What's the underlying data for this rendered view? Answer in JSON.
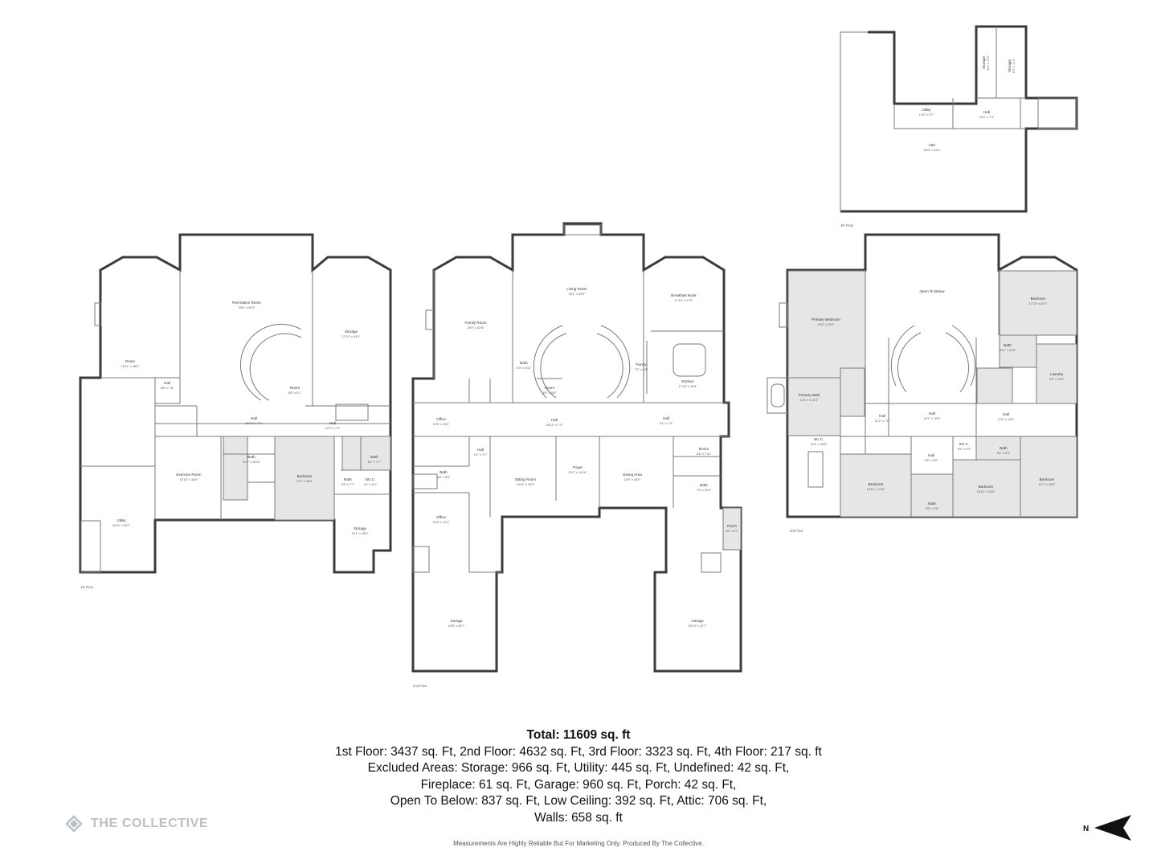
{
  "floors": {
    "first": {
      "name": "1st Floor",
      "rooms": [
        {
          "name": "Recreation Room",
          "dim": "30'6\" x 39'4\""
        },
        {
          "name": "Storage",
          "dim": "17'10\" x 34'0\""
        },
        {
          "name": "Room",
          "dim": "15'11\" x 48'6\""
        },
        {
          "name": "Hall",
          "dim": "5'8\" x 7'8\""
        },
        {
          "name": "Room",
          "dim": "8'6\" x 5'1\""
        },
        {
          "name": "Hall",
          "dim": "26'10\" x 7'2\""
        },
        {
          "name": "Hall",
          "dim": "12'9\" x 7'3\""
        },
        {
          "name": "Exercise Room",
          "dim": "15'10\" x 18'0\""
        },
        {
          "name": "Bath",
          "dim": "11'9\" x 10'11\""
        },
        {
          "name": "Bedroom",
          "dim": "13'7\" x 18'0\""
        },
        {
          "name": "Bath",
          "dim": "6'1\" x 7'7\""
        },
        {
          "name": "Bath",
          "dim": "5'9\" x 7'7\""
        },
        {
          "name": "W.I.C.",
          "dim": "4'1\" x 6'1\""
        },
        {
          "name": "Utility",
          "dim": "16'11\" x 24'7\""
        },
        {
          "name": "Storage",
          "dim": "12'1\" x 18'0\""
        }
      ]
    },
    "second": {
      "name": "2nd Floor",
      "rooms": [
        {
          "name": "Living Room",
          "dim": "30'1\" x 39'5\""
        },
        {
          "name": "Family Room",
          "dim": "20'0\" x 32'8\""
        },
        {
          "name": "Breakfast Nook",
          "dim": "17'10\" x 17'5\""
        },
        {
          "name": "Kitchen",
          "dim": "17'10\" x 16'5\""
        },
        {
          "name": "Bath",
          "dim": "5'3\" x 6'11\""
        },
        {
          "name": "Room",
          "dim": "6'4\" x 5'8\""
        },
        {
          "name": "Pantry",
          "dim": "7'1\" x 6'8\""
        },
        {
          "name": "Office",
          "dim": "12'8\" x 19'3\""
        },
        {
          "name": "Hall",
          "dim": "40'10\" x 7'3\""
        },
        {
          "name": "Hall",
          "dim": "9'1\" x 7'3\""
        },
        {
          "name": "Hall",
          "dim": "4'1\" x 7'1\""
        },
        {
          "name": "Foyer",
          "dim": "9'10\" x 14'10\""
        },
        {
          "name": "Sitting Room",
          "dim": "14'11\" x 18'0\""
        },
        {
          "name": "Dining Area",
          "dim": "15'0\" x 18'0\""
        },
        {
          "name": "Room",
          "dim": "8'8\" x 7'11\""
        },
        {
          "name": "Bath",
          "dim": "7'3\" x 5'10\""
        },
        {
          "name": "Bath",
          "dim": "9'6\" x 5'5\""
        },
        {
          "name": "Office",
          "dim": "12'8\" x 12'4\""
        },
        {
          "name": "Porch",
          "dim": "4'4\" x 9'7\""
        },
        {
          "name": "Garage",
          "dim": "19'8\" x 22'7\""
        },
        {
          "name": "Garage",
          "dim": "19'10\" x 22'7\""
        }
      ]
    },
    "third": {
      "name": "3rd Floor",
      "rooms": [
        {
          "name": "Primary Bedroom",
          "dim": "20'0\" x 25'0\""
        },
        {
          "name": "Open To Below",
          "dim": ""
        },
        {
          "name": "Bedroom",
          "dim": "17'10\" x 20'1\""
        },
        {
          "name": "Bath",
          "dim": "8'11\" x 16'9\""
        },
        {
          "name": "Laundry",
          "dim": "9'9\" x 13'8\""
        },
        {
          "name": "Primary Bath",
          "dim": "16'11\" x 13'3\""
        },
        {
          "name": "Hall",
          "dim": "11'2\" x 7'1\""
        },
        {
          "name": "Hall",
          "dim": "14'1\" x 10'5\""
        },
        {
          "name": "Hall",
          "dim": "17'6\" x 14'5\""
        },
        {
          "name": "W.I.C.",
          "dim": "12'4\" x 18'6\""
        },
        {
          "name": "Hall",
          "dim": "9'6\" x 9'9\""
        },
        {
          "name": "W.I.C.",
          "dim": "6'5\" x 5'3\""
        },
        {
          "name": "Bath",
          "dim": "8'1\" x 5'3\""
        },
        {
          "name": "Bedroom",
          "dim": "14'11\" x 14'9\""
        },
        {
          "name": "Bath",
          "dim": "9'6\" x 5'5\""
        },
        {
          "name": "Bedroom",
          "dim": "15'10\" x 13'0\""
        },
        {
          "name": "Bedroom",
          "dim": "12'7\" x 18'0\""
        }
      ]
    },
    "fourth": {
      "name": "4th Floor",
      "rooms": [
        {
          "name": "Utility",
          "dim": "13'3\" x 5'7\""
        },
        {
          "name": "Hall",
          "dim": "15'0\" x 7'3\""
        },
        {
          "name": "Attic",
          "dim": "42'9\" x 41'3\""
        },
        {
          "name": "Storage",
          "dim": "8'4\" x 11'2\""
        },
        {
          "name": "Storage",
          "dim": "5'9\" x 11'2\""
        }
      ]
    }
  },
  "summary": {
    "total": "Total: 11609 sq. ft",
    "line1": "1st Floor: 3437 sq. Ft, 2nd Floor: 4632 sq. Ft, 3rd Floor: 3323 sq. Ft, 4th Floor: 217 sq. ft",
    "line2": "Excluded Areas: Storage: 966 sq. Ft, Utility: 445 sq. Ft, Undefined: 42 sq. Ft,",
    "line3": "Fireplace: 61 sq. Ft, Garage: 960 sq. Ft, Porch: 42 sq. Ft,",
    "line4": "Open To Below: 837 sq. Ft, Low Ceiling: 392 sq. Ft, Attic: 706 sq. Ft,",
    "line5": "Walls: 658 sq. ft"
  },
  "brand": {
    "name": "THE COLLECTIVE",
    "color": "#b9bfc3"
  },
  "disclaimer": "Measurements Are Highly Reliable But For Marketing Only. Produced By The Collective.",
  "north_label": "N",
  "colors": {
    "wall": "#3b3b3b",
    "shade": "#e6e6e6"
  }
}
